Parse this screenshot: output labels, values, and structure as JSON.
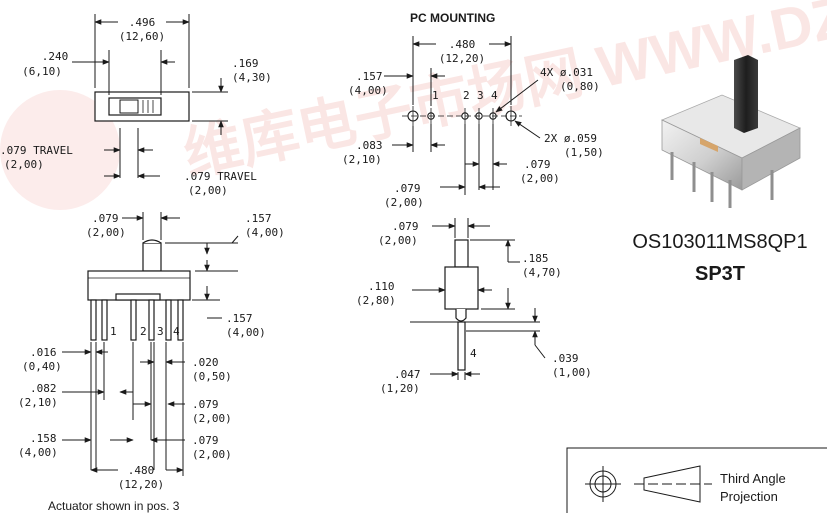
{
  "watermark": {
    "text": "维库电子市场网 WWW.DZSC.COM",
    "color": "#e0483a"
  },
  "top_view": {
    "overall_width": ".496",
    "overall_width_mm": "(12,60)",
    "actuator_width": ".240",
    "actuator_width_mm": "(6,10)",
    "height": ".169",
    "height_mm": "(4,30)",
    "travel_left": ".079 TRAVEL",
    "travel_left_mm": "(2,00)",
    "travel_right": ".079 TRAVEL",
    "travel_right_mm": "(2,00)"
  },
  "front_view": {
    "actuator_w": ".079",
    "actuator_w_mm": "(2,00)",
    "actuator_h": ".157",
    "actuator_h_mm": "(4,00)",
    "pin_len": ".157",
    "pin_len_mm": "(4,00)",
    "pin_thick": ".016",
    "pin_thick_mm": "(0,40)",
    "pin_width": ".020",
    "pin_width_mm": "(0,50)",
    "left_gap": ".082",
    "left_gap_mm": "(2,10)",
    "pitch_a": ".079",
    "pitch_a_mm": "(2,00)",
    "edge_gap": ".158",
    "edge_gap_mm": "(4,00)",
    "pitch_b": ".079",
    "pitch_b_mm": "(2,00)",
    "span": ".480",
    "span_mm": "(12,20)",
    "pins": [
      "1",
      "2",
      "3",
      "4"
    ],
    "caption": "Actuator shown in pos. 3"
  },
  "pc_mounting": {
    "title": "PC MOUNTING",
    "span": ".480",
    "span_mm": "(12,20)",
    "offset": ".157",
    "offset_mm": "(4,00)",
    "pins": [
      "1",
      "2",
      "3",
      "4"
    ],
    "holes_4x": "4X ø.031",
    "holes_4x_mm": "(0,80)",
    "holes_2x": "2X ø.059",
    "holes_2x_mm": "(1,50)",
    "gap_a": ".083",
    "gap_a_mm": "(2,10)",
    "pitch_a": ".079",
    "pitch_a_mm": "(2,00)",
    "pitch_b": ".079",
    "pitch_b_mm": "(2,00)"
  },
  "side_view": {
    "actuator_w": ".079",
    "actuator_w_mm": "(2,00)",
    "body_h": ".185",
    "body_h_mm": "(4,70)",
    "body_w": ".110",
    "body_w_mm": "(2,80)",
    "pin_label": "4",
    "pin_w": ".047",
    "pin_w_mm": "(1,20)",
    "pin_t": ".039",
    "pin_t_mm": "(1,00)"
  },
  "product": {
    "part_number": "OS103011MS8QP1",
    "config": "SP3T"
  },
  "projection": {
    "label_line1": "Third Angle",
    "label_line2": "Projection"
  }
}
